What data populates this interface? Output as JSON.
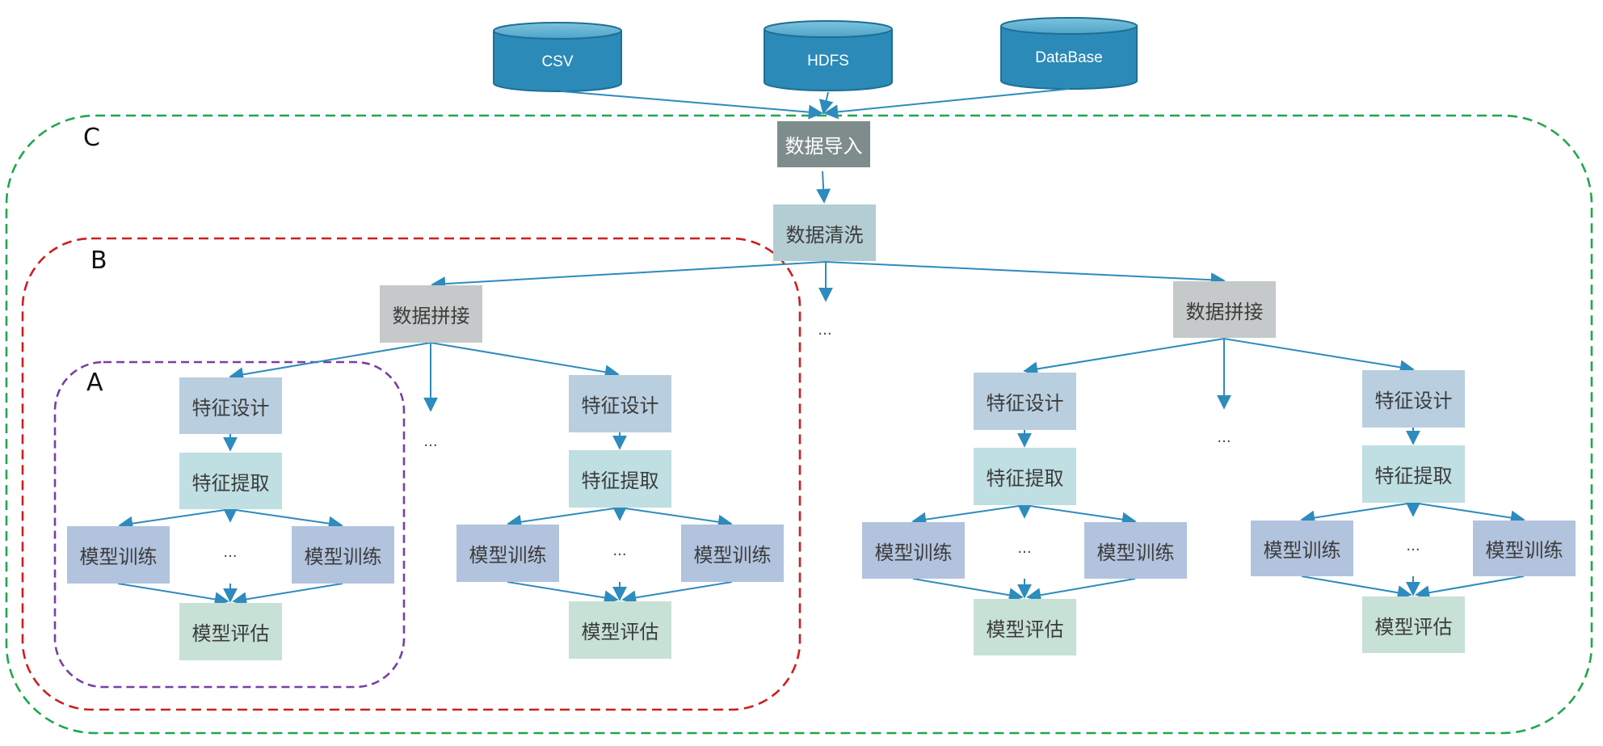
{
  "sources": {
    "csv": "CSV",
    "hdfs": "HDFS",
    "database": "DataBase"
  },
  "regions": {
    "a": "A",
    "b": "B",
    "c": "C"
  },
  "nodes": {
    "import": "数据导入",
    "clean": "数据清洗",
    "splice": "数据拼接",
    "feature_design": "特征设计",
    "feature_extract": "特征提取",
    "model_train": "模型训练",
    "model_eval": "模型评估",
    "ellipsis": "..."
  },
  "colors": {
    "arrow": "#2e8bbd",
    "database": "#2b8ab8",
    "region_a": "#7a3fa6",
    "region_b": "#cc1f1f",
    "region_c": "#1fa84a"
  }
}
